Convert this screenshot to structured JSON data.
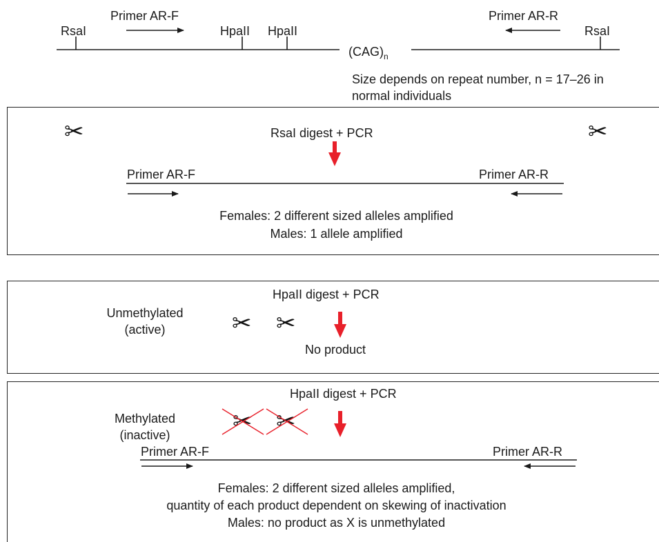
{
  "top_map": {
    "labels": {
      "rsai_left": "RsaI",
      "primer_f": "Primer AR-F",
      "hpaii_1": "HpaII",
      "hpaii_2": "HpaII",
      "cag_base": "(CAG)",
      "cag_sub": "n",
      "primer_r": "Primer AR-R",
      "rsai_right": "RsaI"
    },
    "size_note_line1": "Size depends on repeat number, n = 17–26 in",
    "size_note_line2": "normal individuals"
  },
  "panel_rsai": {
    "title": "RsaI digest + PCR",
    "primer_f": "Primer AR-F",
    "primer_r": "Primer AR-R",
    "result_line1": "Females: 2 different sized alleles amplified",
    "result_line2": "Males: 1 allele amplified"
  },
  "panel_unmethylated": {
    "title": "HpaII digest + PCR",
    "state_line1": "Unmethylated",
    "state_line2": "(active)",
    "result": "No product"
  },
  "panel_methylated": {
    "title": "HpaII digest + PCR",
    "state_line1": "Methylated",
    "state_line2": "(inactive)",
    "primer_f": "Primer AR-F",
    "primer_r": "Primer AR-R",
    "result_line1": "Females: 2 different sized alleles amplified,",
    "result_line2": "quantity of each product dependent on skewing of inactivation",
    "result_line3": "Males: no product as X is unmethylated"
  },
  "icons": {
    "scissors": "scissors-icon",
    "arrow": "red-down-arrow-icon",
    "cross": "red-cross-icon"
  },
  "colors": {
    "arrow_red": "#e8202a",
    "line": "#1a1a1a"
  }
}
